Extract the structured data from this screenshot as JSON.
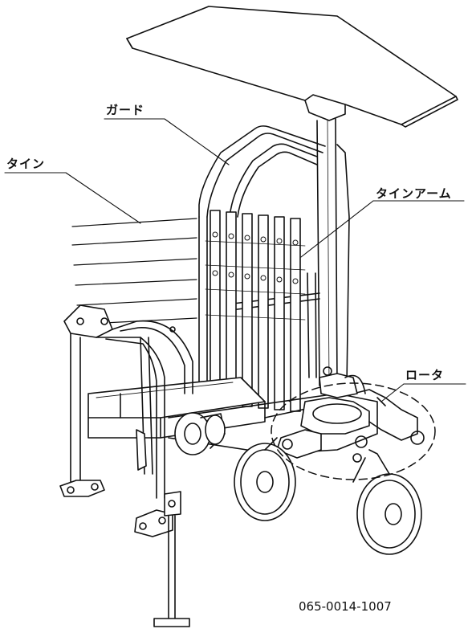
{
  "diagram": {
    "labels": {
      "guard": "ガード",
      "tine": "タイン",
      "tine_arm": "タインアーム",
      "rotor": "ロータ"
    },
    "part_number": "065-0014-1007",
    "colors": {
      "line": "#111111",
      "background": "#ffffff"
    }
  }
}
